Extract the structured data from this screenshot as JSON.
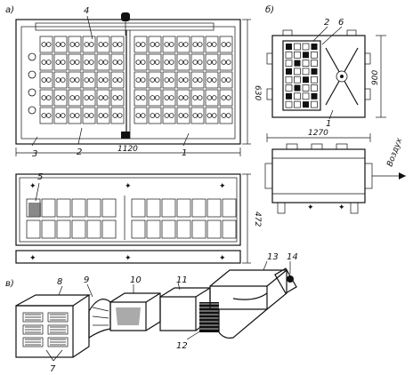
{
  "panels": {
    "a": "а)",
    "b": "б)",
    "v": "в)"
  },
  "dimensions": {
    "width_a": "1120",
    "height_a": "630",
    "height_a_front": "472",
    "height_b": "900",
    "width_b": "1270"
  },
  "airflow_label": "Воздух",
  "callouts": [
    "1",
    "2",
    "3",
    "4",
    "5",
    "6",
    "7",
    "8",
    "9",
    "10",
    "11",
    "12",
    "13",
    "14"
  ]
}
